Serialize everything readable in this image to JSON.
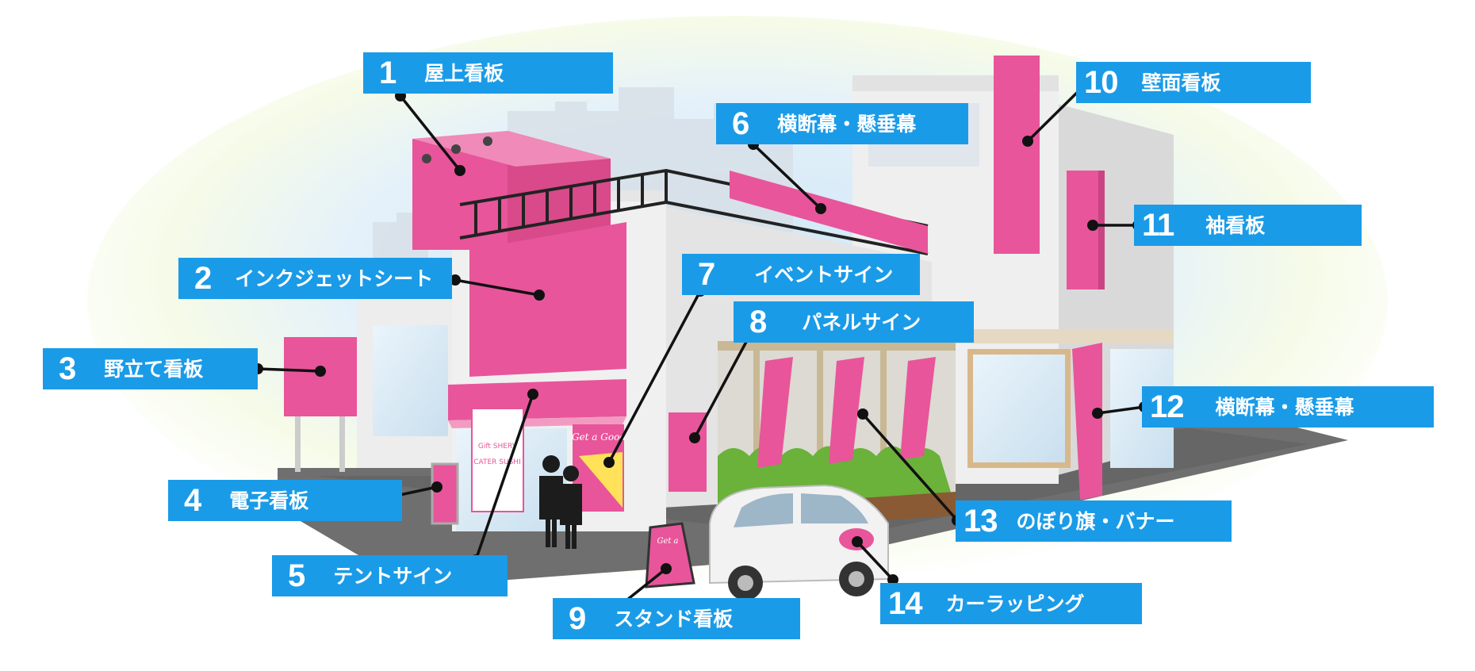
{
  "colors": {
    "label_bg": "#1a9be8",
    "label_text": "#ffffff",
    "sign_pink": "#e8559a",
    "building": "#eeeeee",
    "leader": "#111111"
  },
  "store_art": {
    "panel_text": "Get a Good",
    "window_line1": "Gift SHERY",
    "window_line2": "CATER SUSHI",
    "stand_text": "Get a"
  },
  "labels": [
    {
      "id": "rooftop-sign",
      "num": "1",
      "text": "屋上看板"
    },
    {
      "id": "inkjet-sheet",
      "num": "2",
      "text": "インクジェットシート"
    },
    {
      "id": "standing-sign",
      "num": "3",
      "text": "野立て看板"
    },
    {
      "id": "digital-signage",
      "num": "4",
      "text": "電子看板"
    },
    {
      "id": "tent-sign",
      "num": "5",
      "text": "テントサイン"
    },
    {
      "id": "banner-hanging-6",
      "num": "6",
      "text": "横断幕・懸垂幕"
    },
    {
      "id": "event-sign",
      "num": "7",
      "text": "イベントサイン"
    },
    {
      "id": "panel-sign",
      "num": "8",
      "text": "パネルサイン"
    },
    {
      "id": "stand-sign",
      "num": "9",
      "text": "スタンド看板"
    },
    {
      "id": "wall-sign",
      "num": "10",
      "text": "壁面看板"
    },
    {
      "id": "projecting-sign",
      "num": "11",
      "text": "袖看板"
    },
    {
      "id": "banner-hanging-12",
      "num": "12",
      "text": "横断幕・懸垂幕"
    },
    {
      "id": "nobori-banner",
      "num": "13",
      "text": "のぼり旗・バナー"
    },
    {
      "id": "car-wrapping",
      "num": "14",
      "text": "カーラッピング"
    }
  ]
}
